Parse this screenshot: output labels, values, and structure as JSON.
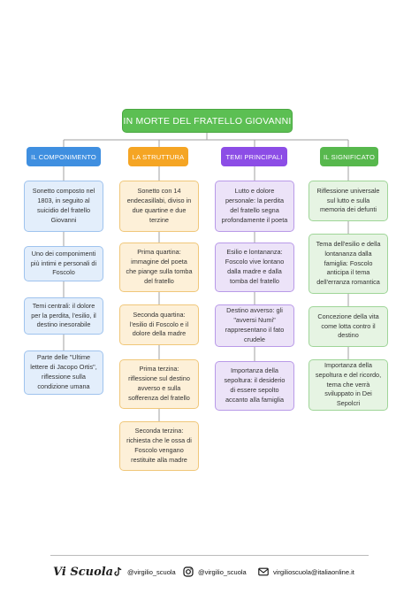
{
  "title": "IN MORTE DEL FRATELLO GIOVANNI",
  "columns": [
    {
      "header": "IL COMPONIMENTO",
      "cards": [
        "Sonetto composto nel 1803, in seguito al suicidio del fratello Giovanni",
        "Uno dei componimenti più intimi e personali di Foscolo",
        "Temi centrali: il dolore per la perdita, l'esilio, il destino inesorabile",
        "Parte delle \"Ultime lettere di Jacopo Ortis\", riflessione sulla condizione umana"
      ]
    },
    {
      "header": "LA STRUTTURA",
      "cards": [
        "Sonetto con 14 endecasillabi, diviso in due quartine e due terzine",
        "Prima quartina: immagine del poeta che piange sulla tomba del fratello",
        "Seconda quartina: l'esilio di Foscolo e il dolore della madre",
        "Prima terzina: riflessione sul destino avverso e sulla sofferenza del fratello",
        "Seconda terzina: richiesta che le ossa di Foscolo vengano restituite alla madre"
      ]
    },
    {
      "header": "TEMI PRINCIPALI",
      "cards": [
        "Lutto e dolore personale: la perdita del fratello segna profondamente il poeta",
        "Esilio e lontananza: Foscolo vive lontano dalla madre e dalla tomba del fratello",
        "Destino avverso: gli \"avversi Numi\" rappresentano il fato crudele",
        "Importanza della sepoltura: il desiderio di essere sepolto accanto alla famiglia"
      ]
    },
    {
      "header": "IL SIGNIFICATO",
      "cards": [
        "Riflessione universale sul lutto e sulla memoria dei defunti",
        "Tema dell'esilio e della lontananza dalla famiglia: Foscolo anticipa il tema dell'erranza romantica",
        "Concezione della vita come lotta contro il destino",
        "Importanza della sepoltura e del ricordo, tema che verrà sviluppato in Dei Sepolcri"
      ]
    }
  ],
  "colors": {
    "title": "#5cbf53",
    "headers": [
      "#3f8fe0",
      "#f5a524",
      "#8c4de6",
      "#57b84d"
    ],
    "line": "#a0a0a0"
  },
  "footer": {
    "brand": "Vi Scuola",
    "tiktok": "@virgilio_scuola",
    "instagram": "@virgilio_scuola",
    "email": "virgilioscuola@italiaonline.it",
    "icons": [
      "tiktok-icon",
      "instagram-icon",
      "mail-icon"
    ]
  }
}
